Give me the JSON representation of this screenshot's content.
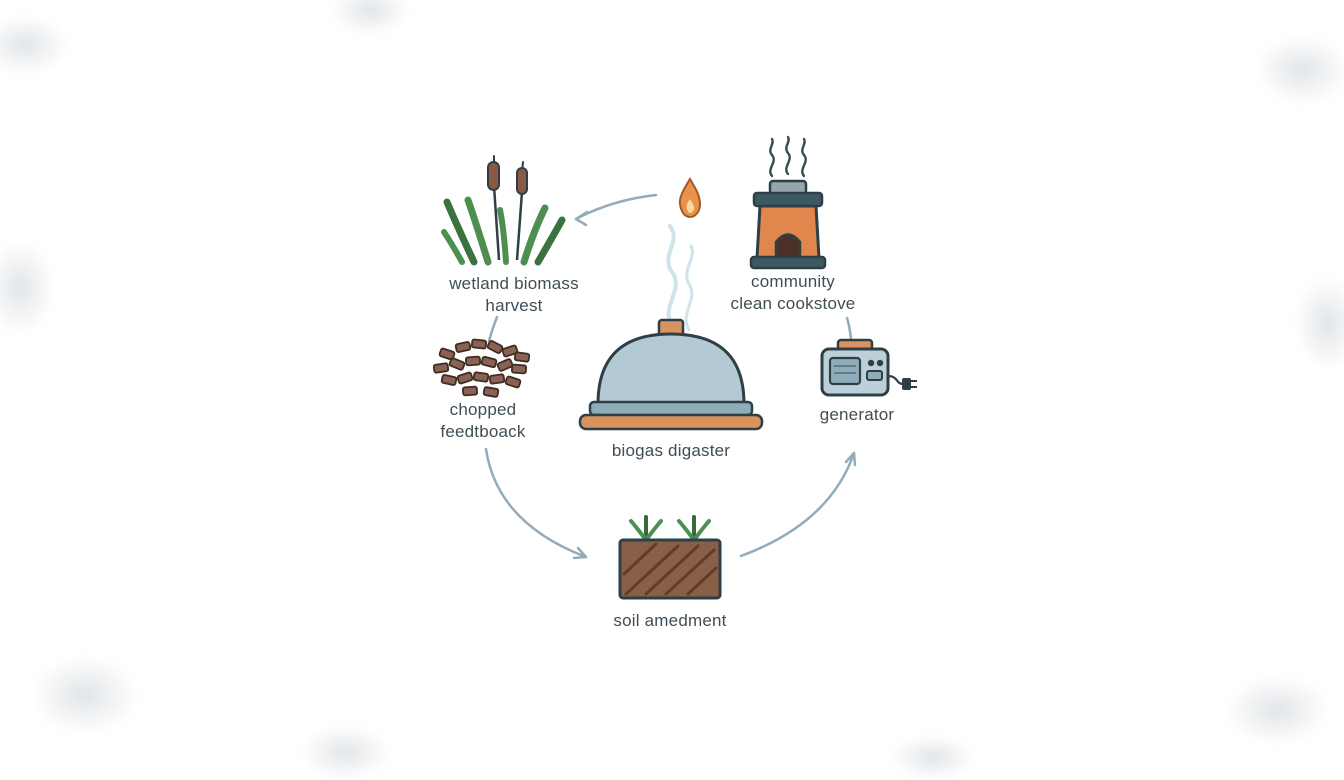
{
  "diagram": {
    "type": "cycle",
    "nodes": {
      "wetland": {
        "line1": "wetland biomass",
        "line2": "harvest"
      },
      "feedstock": {
        "line1": "chopped",
        "line2": "feedtboack"
      },
      "digester": {
        "line1": "biogas digaster"
      },
      "cookstove": {
        "line1": "community",
        "line2": "clean cookstove"
      },
      "generator": {
        "line1": "generator"
      },
      "soil": {
        "line1": "soil amedment"
      }
    },
    "icons": [
      "cattail-grass-icon",
      "wood-chips-icon",
      "dome-digester-icon",
      "steam-icon",
      "flame-icon",
      "cookstove-icon",
      "generator-icon",
      "soil-bed-icon"
    ],
    "colors": {
      "text": "#3f4d55",
      "outline": "#2e3f47",
      "arrow": "#92acb9",
      "steam": "#cfe3ea",
      "dome_blue": "#b3c9d3",
      "rim_blue": "#8fadb9",
      "base_orange": "#d9935f",
      "grass_green": "#4c8f4f",
      "grass_green_dark": "#3a7340",
      "cattail_brown": "#8a5a44",
      "chip_brown": "#8a6253",
      "stove_orange": "#e0874d",
      "stove_teal": "#3d5a63",
      "generator_body": "#bdd0d9",
      "soil_brown": "#8a5f48",
      "flame_orange": "#e8924a"
    }
  }
}
